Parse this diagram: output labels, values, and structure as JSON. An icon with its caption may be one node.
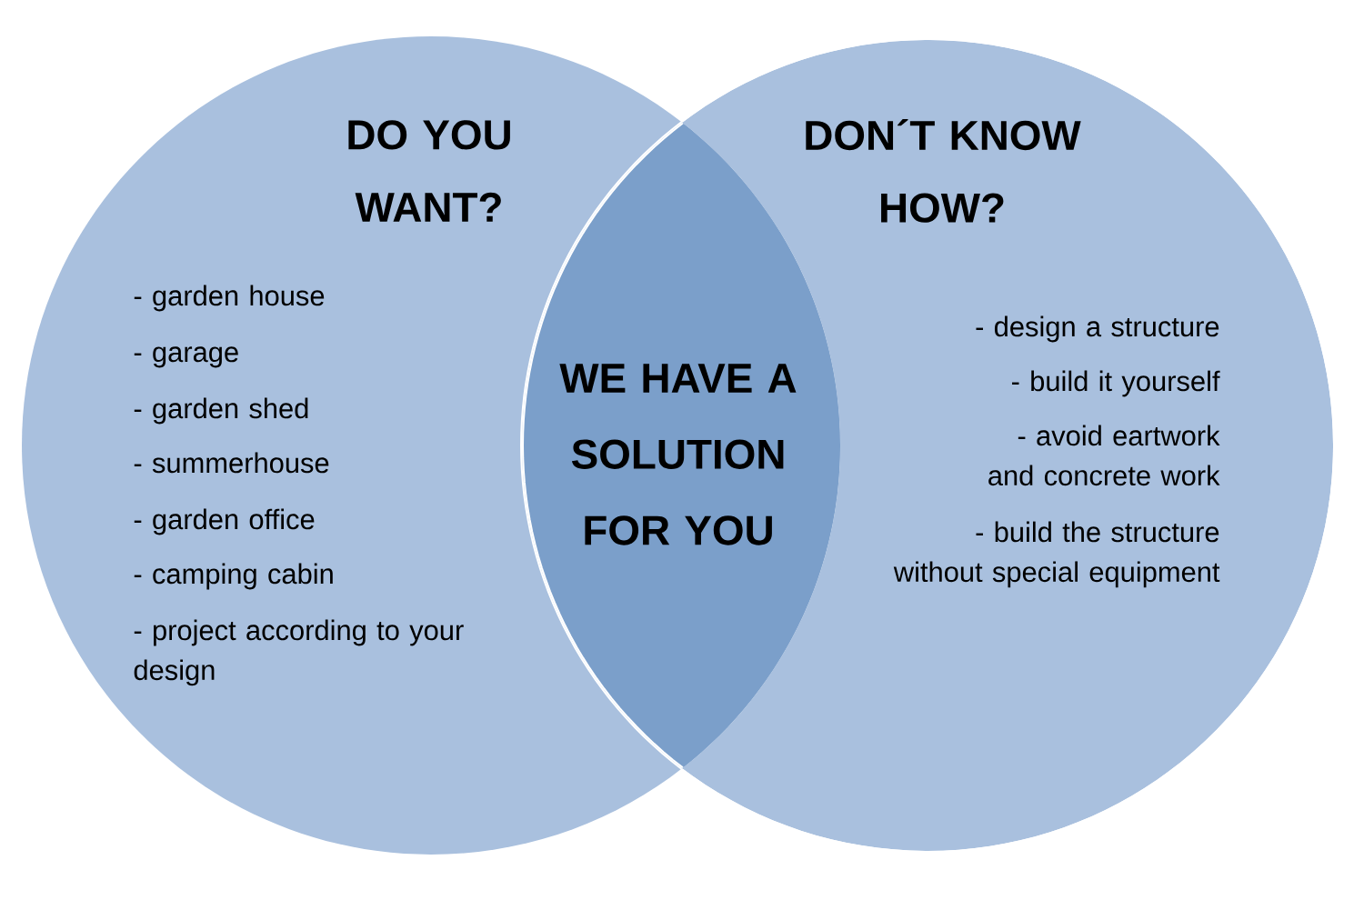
{
  "diagram": {
    "nodes": [
      {
        "text": [
          "DO YOU WANT?",
          "- garden house",
          "- garage",
          "- garden shed",
          "- summerhouse",
          "- garden office",
          "- camping cabin",
          "- project according to your design"
        ]
      },
      {
        "text": [
          "DON´T KNOW HOW?",
          "- design a structure",
          "- build it yourself",
          "- avoid eartwork and concrete work",
          "- build the structure without special equipment"
        ]
      },
      {
        "text": [
          "WE HAVE A SOLUTION FOR YOU"
        ]
      }
    ]
  }
}
